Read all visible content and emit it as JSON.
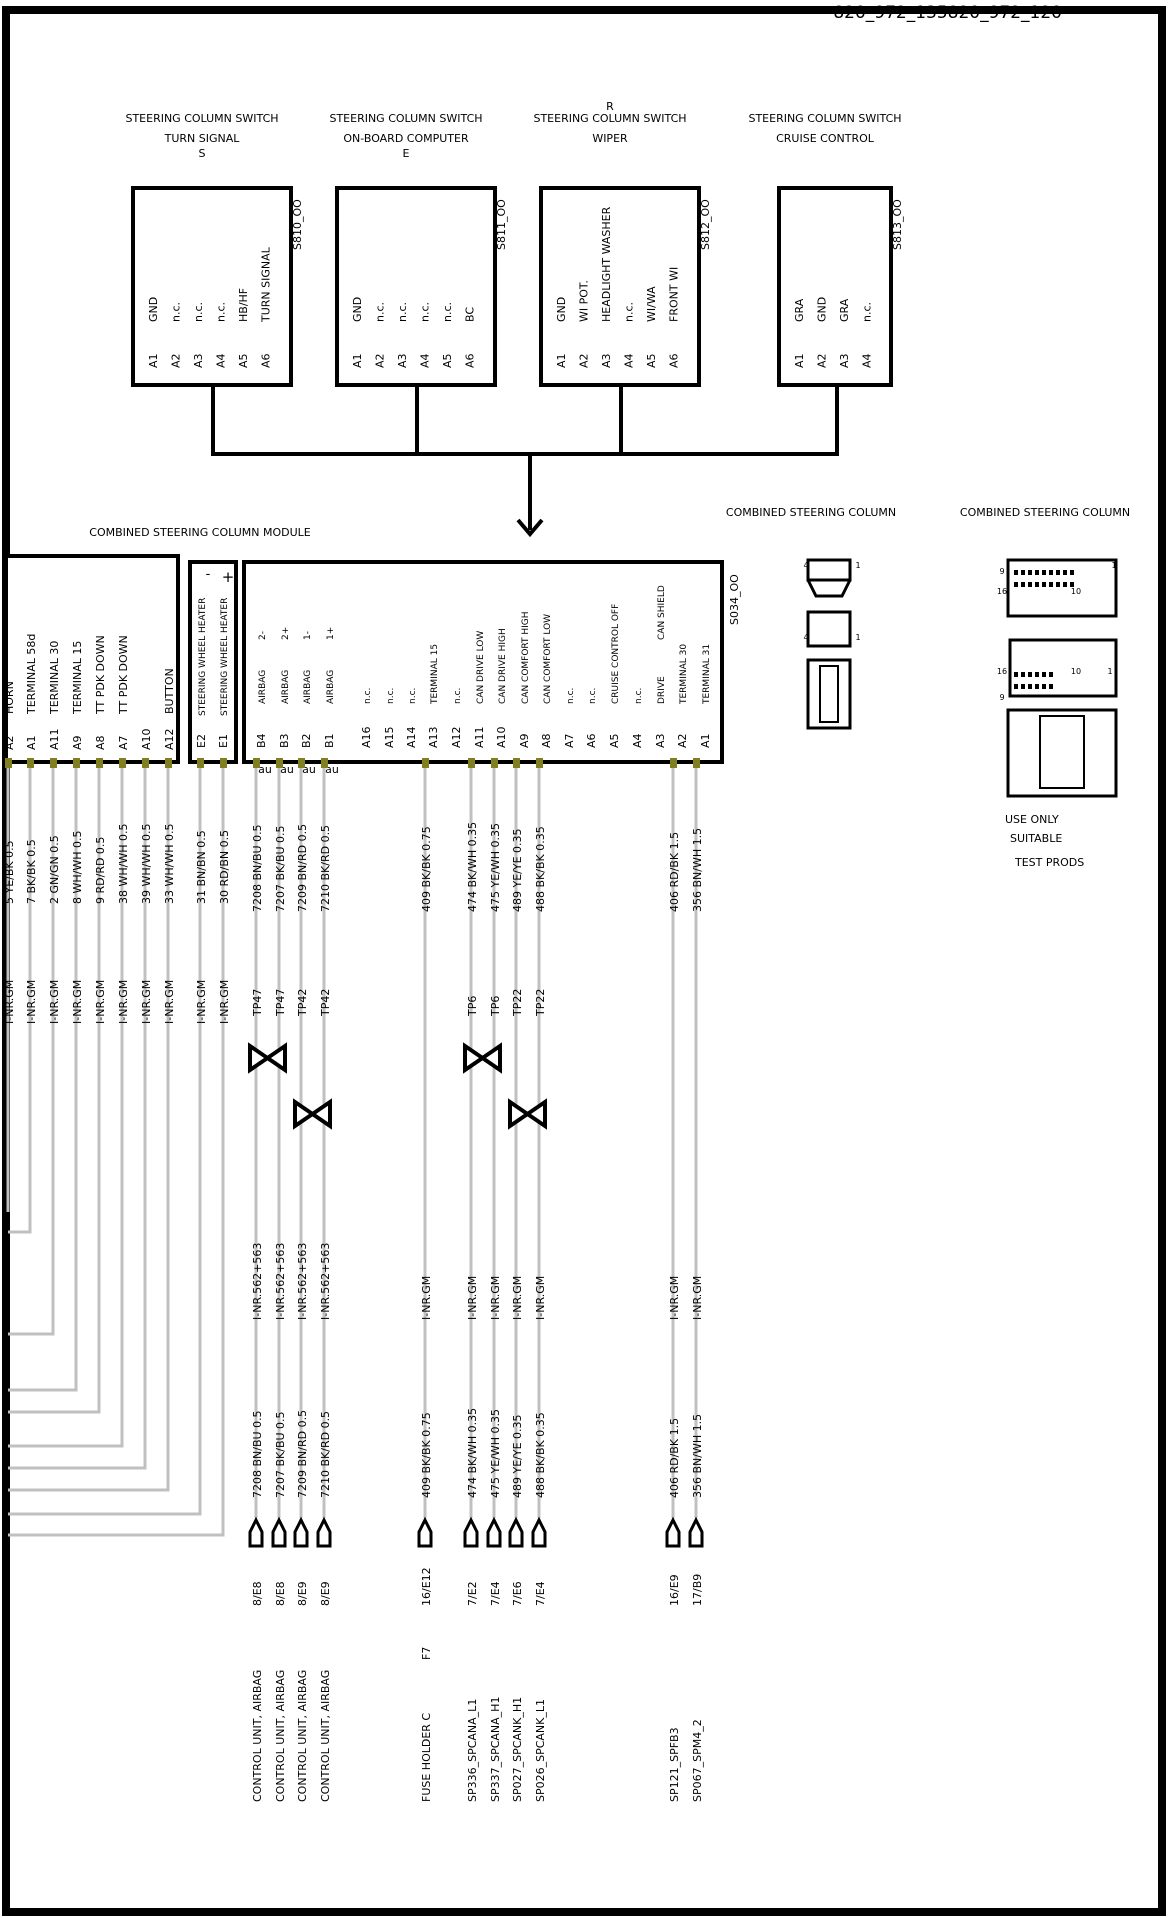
{
  "page_id": "820_972_135820_972_120",
  "switches": [
    {
      "id": "S810_OO",
      "title": "STEERING COLUMN SWITCH",
      "subtitle": "TURN SIGNAL",
      "tag": "S",
      "tag_above": "",
      "pins": [
        [
          "A1",
          "GND"
        ],
        [
          "A2",
          "n.c."
        ],
        [
          "A3",
          "n.c."
        ],
        [
          "A4",
          "n.c."
        ],
        [
          "A5",
          "HB/HF"
        ],
        [
          "A6",
          "TURN SIGNAL"
        ]
      ]
    },
    {
      "id": "S811_OO",
      "title": "STEERING COLUMN SWITCH",
      "subtitle": "ON-BOARD COMPUTER",
      "tag": "E",
      "tag_above": "",
      "pins": [
        [
          "A1",
          "GND"
        ],
        [
          "A2",
          "n.c."
        ],
        [
          "A3",
          "n.c."
        ],
        [
          "A4",
          "n.c."
        ],
        [
          "A5",
          "n.c."
        ],
        [
          "A6",
          "BC"
        ]
      ]
    },
    {
      "id": "S812_OO",
      "title": "STEERING COLUMN SWITCH",
      "subtitle": "WIPER",
      "tag": "",
      "tag_above": "R",
      "pins": [
        [
          "A1",
          "GND"
        ],
        [
          "A2",
          "WI POT."
        ],
        [
          "A3",
          "HEADLIGHT WASHER"
        ],
        [
          "A4",
          "n.c."
        ],
        [
          "A5",
          "WI/WA"
        ],
        [
          "A6",
          "FRONT WI"
        ]
      ]
    },
    {
      "id": "S813_OO",
      "title": "STEERING COLUMN SWITCH",
      "subtitle": "CRUISE CONTROL",
      "tag": "",
      "tag_above": "",
      "pins": [
        [
          "A1",
          "GRA"
        ],
        [
          "A2",
          "GND"
        ],
        [
          "A3",
          "GRA"
        ],
        [
          "A4",
          "n.c."
        ]
      ]
    }
  ],
  "module": {
    "title": "COMBINED STEERING COLUMN MODULE",
    "id": "S034_OO",
    "left_pins": [
      [
        "A2",
        "HORN"
      ],
      [
        "A1",
        "TERMINAL 58d"
      ],
      [
        "A11",
        "TERMINAL 30"
      ],
      [
        "A9",
        "TERMINAL 15"
      ],
      [
        "A8",
        "TT PDK DOWN"
      ],
      [
        "A7",
        "TT PDK DOWN"
      ],
      [
        "A10",
        ""
      ],
      [
        "A12",
        "BUTTON"
      ]
    ],
    "heater_pins": [
      [
        "E2",
        "STEERING WHEEL HEATER"
      ],
      [
        "E1",
        "STEERING WHEEL HEATER"
      ]
    ],
    "heater_signs": [
      "-",
      "+"
    ],
    "main_pins": [
      [
        "B4",
        "AIRBAG",
        "2-"
      ],
      [
        "B3",
        "AIRBAG",
        "2+"
      ],
      [
        "B2",
        "AIRBAG",
        "1-"
      ],
      [
        "B1",
        "AIRBAG",
        "1+"
      ],
      [
        "A16",
        "n.c.",
        ""
      ],
      [
        "A15",
        "n.c.",
        ""
      ],
      [
        "A14",
        "n.c.",
        ""
      ],
      [
        "A13",
        "TERMINAL 15",
        ""
      ],
      [
        "A12",
        "n.c.",
        ""
      ],
      [
        "A11",
        "CAN DRIVE LOW",
        ""
      ],
      [
        "A10",
        "CAN DRIVE HIGH",
        ""
      ],
      [
        "A9",
        "CAN COMFORT HIGH",
        ""
      ],
      [
        "A8",
        "CAN COMFORT LOW",
        ""
      ],
      [
        "A7",
        "n.c.",
        ""
      ],
      [
        "A6",
        "n.c.",
        ""
      ],
      [
        "A5",
        "CRUISE CONTROL OFF",
        ""
      ],
      [
        "A4",
        "n.c.",
        ""
      ],
      [
        "A3",
        "DRIVE",
        "CAN   SHIELD"
      ],
      [
        "A2",
        "TERMINAL 30",
        ""
      ],
      [
        "A1",
        "TERMINAL 31",
        ""
      ]
    ],
    "au_label": "au"
  },
  "connector_labels": [
    "COMBINED STEERING COLUMN",
    "COMBINED STEERING COLUMN"
  ],
  "connector_notes": [
    "USE ONLY",
    "SUITABLE",
    "TEST PRODS"
  ],
  "connector_numbers": [
    "4",
    "1",
    "4",
    "1",
    "9",
    "16",
    "1",
    "10",
    "16",
    "9",
    "10",
    "1"
  ],
  "left_wires": [
    {
      "top": "5 YE/BK 0.5",
      "code": "I-NR.GM"
    },
    {
      "top": "7 BK/BK 0.5",
      "code": "I-NR.GM"
    },
    {
      "top": "2 GN/GN 0.5",
      "code": "I-NR.GM"
    },
    {
      "top": "8 WH/WH 0.5",
      "code": "I-NR.GM"
    },
    {
      "top": "9 RD/RD 0.5",
      "code": "I-NR.GM"
    },
    {
      "top": "38 WH/WH 0.5",
      "code": "I-NR.GM"
    },
    {
      "top": "39 WH/WH 0.5",
      "code": "I-NR.GM"
    },
    {
      "top": "33 WH/WH 0.5",
      "code": "I-NR.GM"
    },
    {
      "top": "31 BN/BN 0.5",
      "code": "I-NR.GM"
    },
    {
      "top": "30 RD/BN 0.5",
      "code": "I-NR.GM"
    }
  ],
  "wires": [
    {
      "top": "7208 BN/BU 0.5",
      "tp": "TP47",
      "code": "I-NR.562+563",
      "bottom": "7208 BN/BU 0.5",
      "ref": "8/E8",
      "fuse": "",
      "dest": "CONTROL UNIT, AIRBAG"
    },
    {
      "top": "7207 BK/BU 0.5",
      "tp": "TP47",
      "code": "I-NR.562+563",
      "bottom": "7207 BK/BU 0.5",
      "ref": "8/E8",
      "fuse": "",
      "dest": "CONTROL UNIT, AIRBAG"
    },
    {
      "top": "7209 BN/RD 0.5",
      "tp": "TP42",
      "code": "I-NR.562+563",
      "bottom": "7209 BN/RD 0.5",
      "ref": "8/E9",
      "fuse": "",
      "dest": "CONTROL UNIT, AIRBAG"
    },
    {
      "top": "7210 BK/RD 0.5",
      "tp": "TP42",
      "code": "I-NR.562+563",
      "bottom": "7210 BK/RD 0.5",
      "ref": "8/E9",
      "fuse": "",
      "dest": "CONTROL UNIT, AIRBAG"
    },
    {
      "top": "409 BK/BK 0.75",
      "tp": "",
      "code": "I-NR.GM",
      "bottom": "409 BK/BK 0.75",
      "ref": "16/E12",
      "fuse": "F7",
      "dest": "FUSE HOLDER C"
    },
    {
      "top": "474 BK/WH 0.35",
      "tp": "TP6",
      "code": "I-NR.GM",
      "bottom": "474 BK/WH 0.35",
      "ref": "7/E2",
      "fuse": "",
      "dest": "SP336_SPCANA_L1"
    },
    {
      "top": "475 YE/WH 0.35",
      "tp": "TP6",
      "code": "I-NR.GM",
      "bottom": "475 YE/WH 0.35",
      "ref": "7/E4",
      "fuse": "",
      "dest": "SP337_SPCANA_H1"
    },
    {
      "top": "489 YE/YE 0.35",
      "tp": "TP22",
      "code": "I-NR.GM",
      "bottom": "489 YE/YE 0.35",
      "ref": "7/E6",
      "fuse": "",
      "dest": "SP027_SPCANK_H1"
    },
    {
      "top": "488 BK/BK 0.35",
      "tp": "TP22",
      "code": "I-NR.GM",
      "bottom": "488 BK/BK 0.35",
      "ref": "7/E4",
      "fuse": "",
      "dest": "SP026_SPCANK_L1"
    },
    {
      "top": "406 RD/BK 1.5",
      "tp": "",
      "code": "I-NR.GM",
      "bottom": "406 RD/BK 1.5",
      "ref": "16/E9",
      "fuse": "",
      "dest": "SP121_SPFB3"
    },
    {
      "top": "356 BN/WH 1.5",
      "tp": "",
      "code": "I-NR.GM",
      "bottom": "356 BN/WH 1.5",
      "ref": "17/B9",
      "fuse": "",
      "dest": "SP067_SPM4_2"
    }
  ],
  "colors": {
    "wire": "#c0c0c0",
    "pin": "#808020",
    "line": "#000000"
  }
}
